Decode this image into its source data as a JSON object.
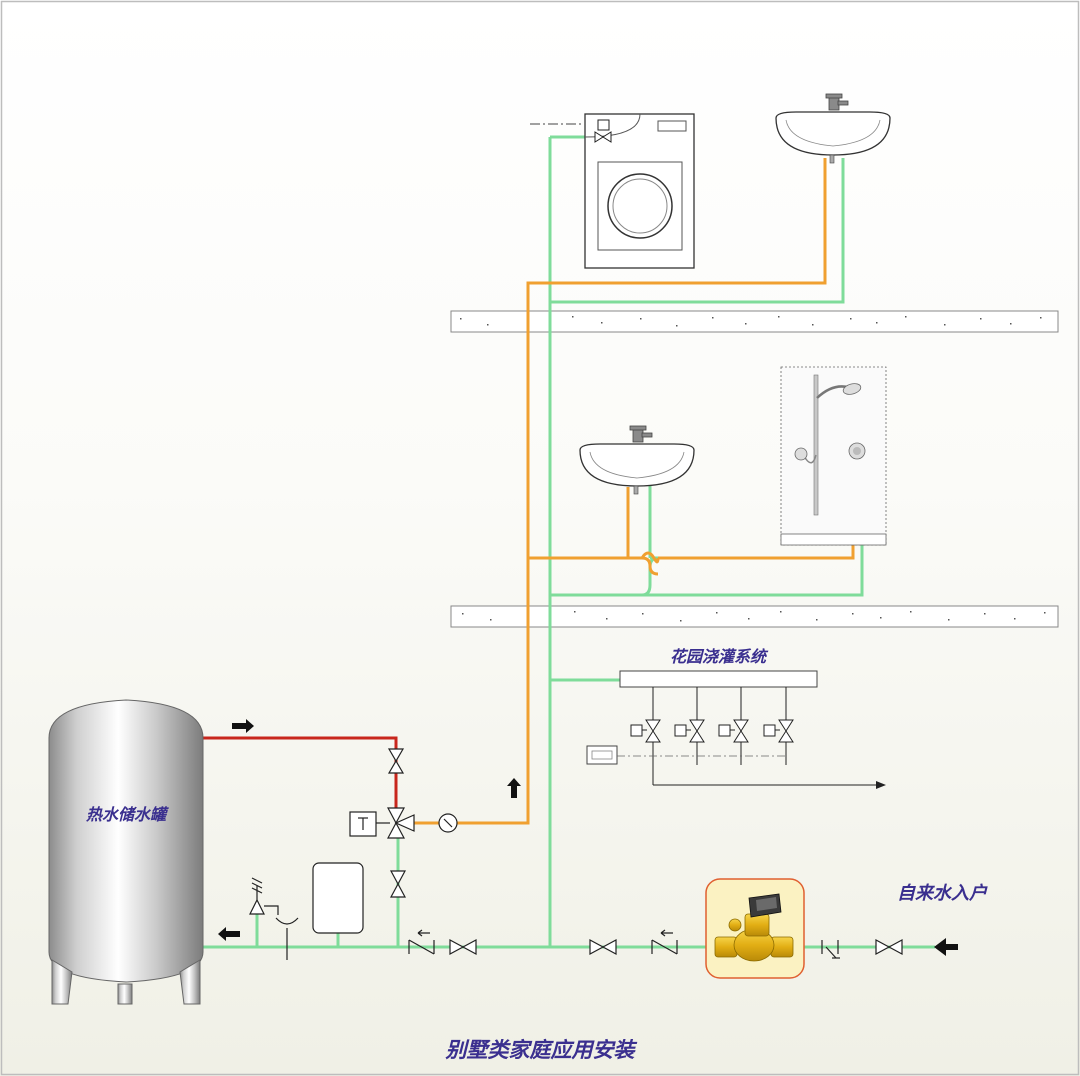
{
  "labels": {
    "tank": "热水储水罐",
    "garden": "花园浇灌系统",
    "inlet": "自来水入户",
    "caption": "别墅类家庭应用安装"
  },
  "colors": {
    "cold": "#7fdc9a",
    "hot_mixed": "#f0a030",
    "hot_supply": "#c8261c",
    "label": "#3a2f8f",
    "highlight_fill": "#fbf2c2",
    "highlight_border": "#e06030",
    "brass": "#e8b820"
  },
  "icons": {
    "tank": "hot-water-tank",
    "washer": "washing-machine",
    "basin": "wash-basin",
    "shower": "shower",
    "valve": "gate-valve",
    "check_valve": "check-valve",
    "pressure_reducer": "pressure-reducing-valve",
    "strainer": "y-strainer",
    "thermostatic_mixer": "thermostatic-mixing-valve",
    "gauge": "pressure-gauge",
    "expansion_vessel": "expansion-vessel",
    "relief_valve": "safety-relief-valve",
    "flow_arrow": "flow-arrow",
    "irrigation_controller": "irrigation-controller"
  }
}
